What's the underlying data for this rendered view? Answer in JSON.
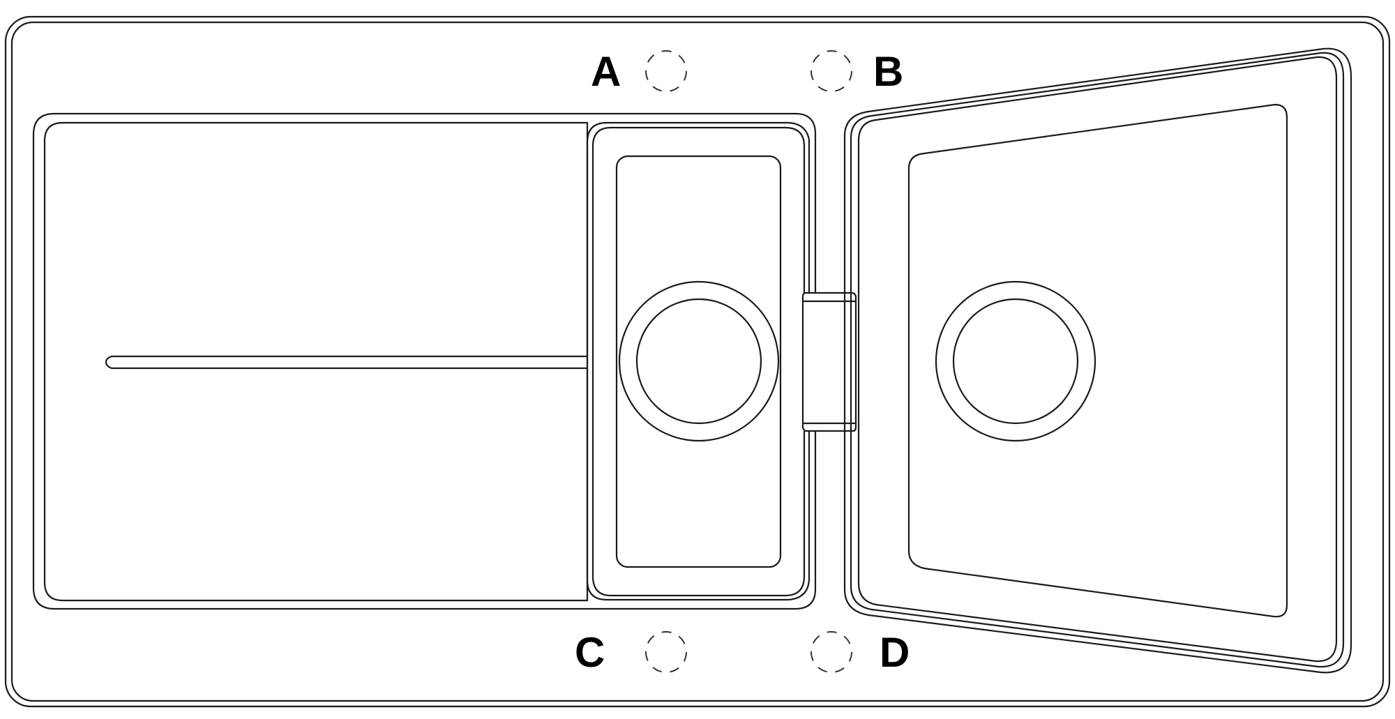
{
  "diagram": {
    "type": "kitchen-sink-top-view",
    "stroke_color": "#1a1a1a",
    "background": "#ffffff",
    "components": {
      "outer_frame": "sink-outline",
      "drainboard": "drainboard-with-groove",
      "small_bowl": "half-bowl-with-drain",
      "overflow_connector": "overflow-channel",
      "main_bowl": "trapezoid-main-bowl-with-drain"
    },
    "tap_hole_positions": [
      {
        "id": "A",
        "label": "A"
      },
      {
        "id": "B",
        "label": "B"
      },
      {
        "id": "C",
        "label": "C"
      },
      {
        "id": "D",
        "label": "D"
      }
    ]
  }
}
